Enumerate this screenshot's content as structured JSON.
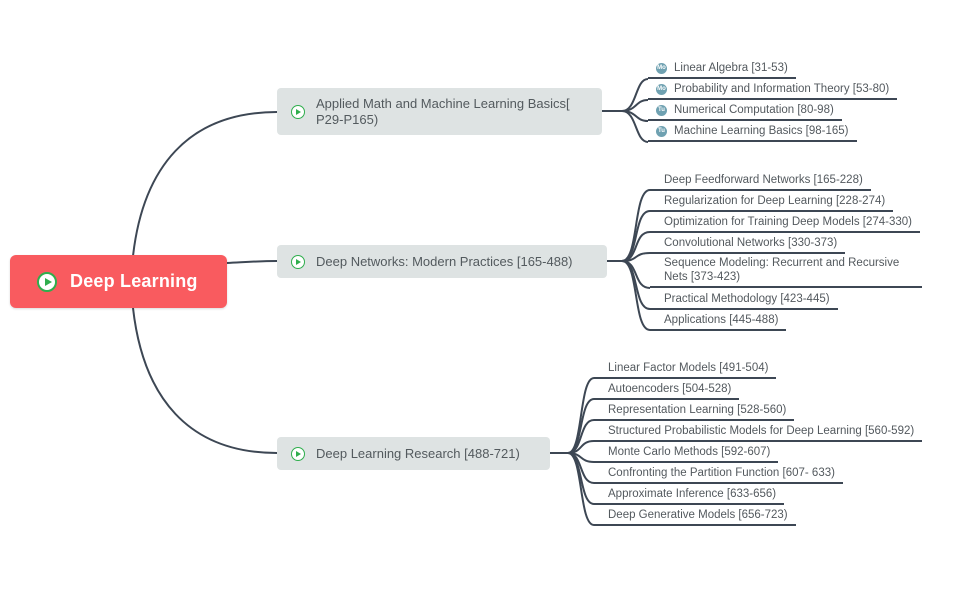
{
  "root": {
    "label": "Deep Learning"
  },
  "branches": [
    {
      "label": "Applied Math and Machine Learning Basics[ P29-P165)",
      "children": [
        {
          "label": "Linear Algebra [31-53)",
          "marker": "Mo"
        },
        {
          "label": "Probability and Information Theory [53-80)",
          "marker": "Mo"
        },
        {
          "label": "Numerical Computation [80-98)",
          "marker": "Tu"
        },
        {
          "label": "Machine Learning Basics [98-165)",
          "marker": "Tu"
        }
      ]
    },
    {
      "label": "Deep Networks: Modern Practices [165-488)",
      "children": [
        {
          "label": "Deep Feedforward Networks [165-228)"
        },
        {
          "label": "Regularization for Deep Learning [228-274)"
        },
        {
          "label": "Optimization for Training Deep Models [274-330)"
        },
        {
          "label": "Convolutional Networks [330-373)"
        },
        {
          "label": "Sequence Modeling: Recurrent and Recursive Nets [373-423)"
        },
        {
          "label": "Practical Methodology [423-445)"
        },
        {
          "label": "Applications [445-488)"
        }
      ]
    },
    {
      "label": "Deep Learning Research [488-721)",
      "children": [
        {
          "label": "Linear Factor Models [491-504)"
        },
        {
          "label": "Autoencoders [504-528)"
        },
        {
          "label": "Representation Learning [528-560)"
        },
        {
          "label": "Structured Probabilistic Models for Deep Learning [560-592)"
        },
        {
          "label": "Monte Carlo Methods [592-607)"
        },
        {
          "label": "Confronting the Partition Function [607- 633)"
        },
        {
          "label": "Approximate Inference [633-656)"
        },
        {
          "label": "Deep Generative Models [656-723)"
        }
      ]
    }
  ],
  "colors": {
    "root_bg": "#f95b5f",
    "branch_bg": "#dee3e3",
    "line": "#3d4754",
    "marker_bg": "#6fa1b1",
    "play_green": "#2fae4d"
  }
}
